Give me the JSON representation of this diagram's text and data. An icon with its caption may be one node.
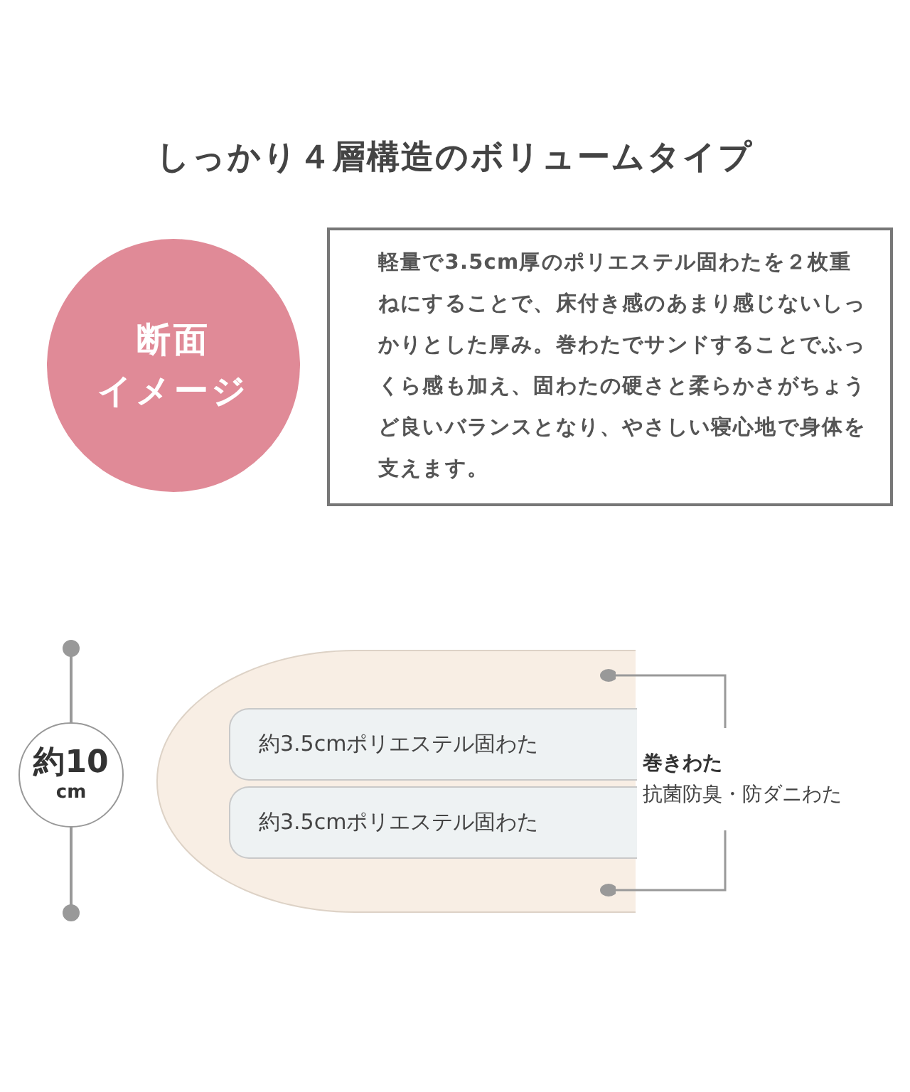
{
  "diagram": {
    "title": "しっかり４層構造のボリュームタイプ",
    "nodes": [
      {
        "text": [
          "断面",
          "イメージ"
        ]
      },
      {
        "text": [
          "軽量で3.5cm厚のポリエステル固わたを２枚重ねにすることで、床付き感のあまり感じないしっかりとした厚み。巻わたでサンドすることでふっくら感も加え、固わたの硬さと柔らかさがちょうど良いバランスとなり、やさしい寝心地で身体を支えます。"
        ]
      },
      {
        "text": [
          "約10",
          "cm"
        ]
      },
      {
        "text": [],
        "shape": "box"
      },
      {
        "text": [
          "約3.5cmポリエステル固わた"
        ],
        "in": 3
      },
      {
        "text": [
          "約3.5cmポリエステル固わた"
        ],
        "in": 3
      },
      {
        "text": [
          "巻きわた",
          "抗菌防臭・防ダニわた"
        ]
      }
    ],
    "edges": [
      {
        "from": 6,
        "to": 3,
        "arrow": "other"
      },
      {
        "from": 6,
        "to": 3,
        "arrow": "other"
      }
    ]
  }
}
